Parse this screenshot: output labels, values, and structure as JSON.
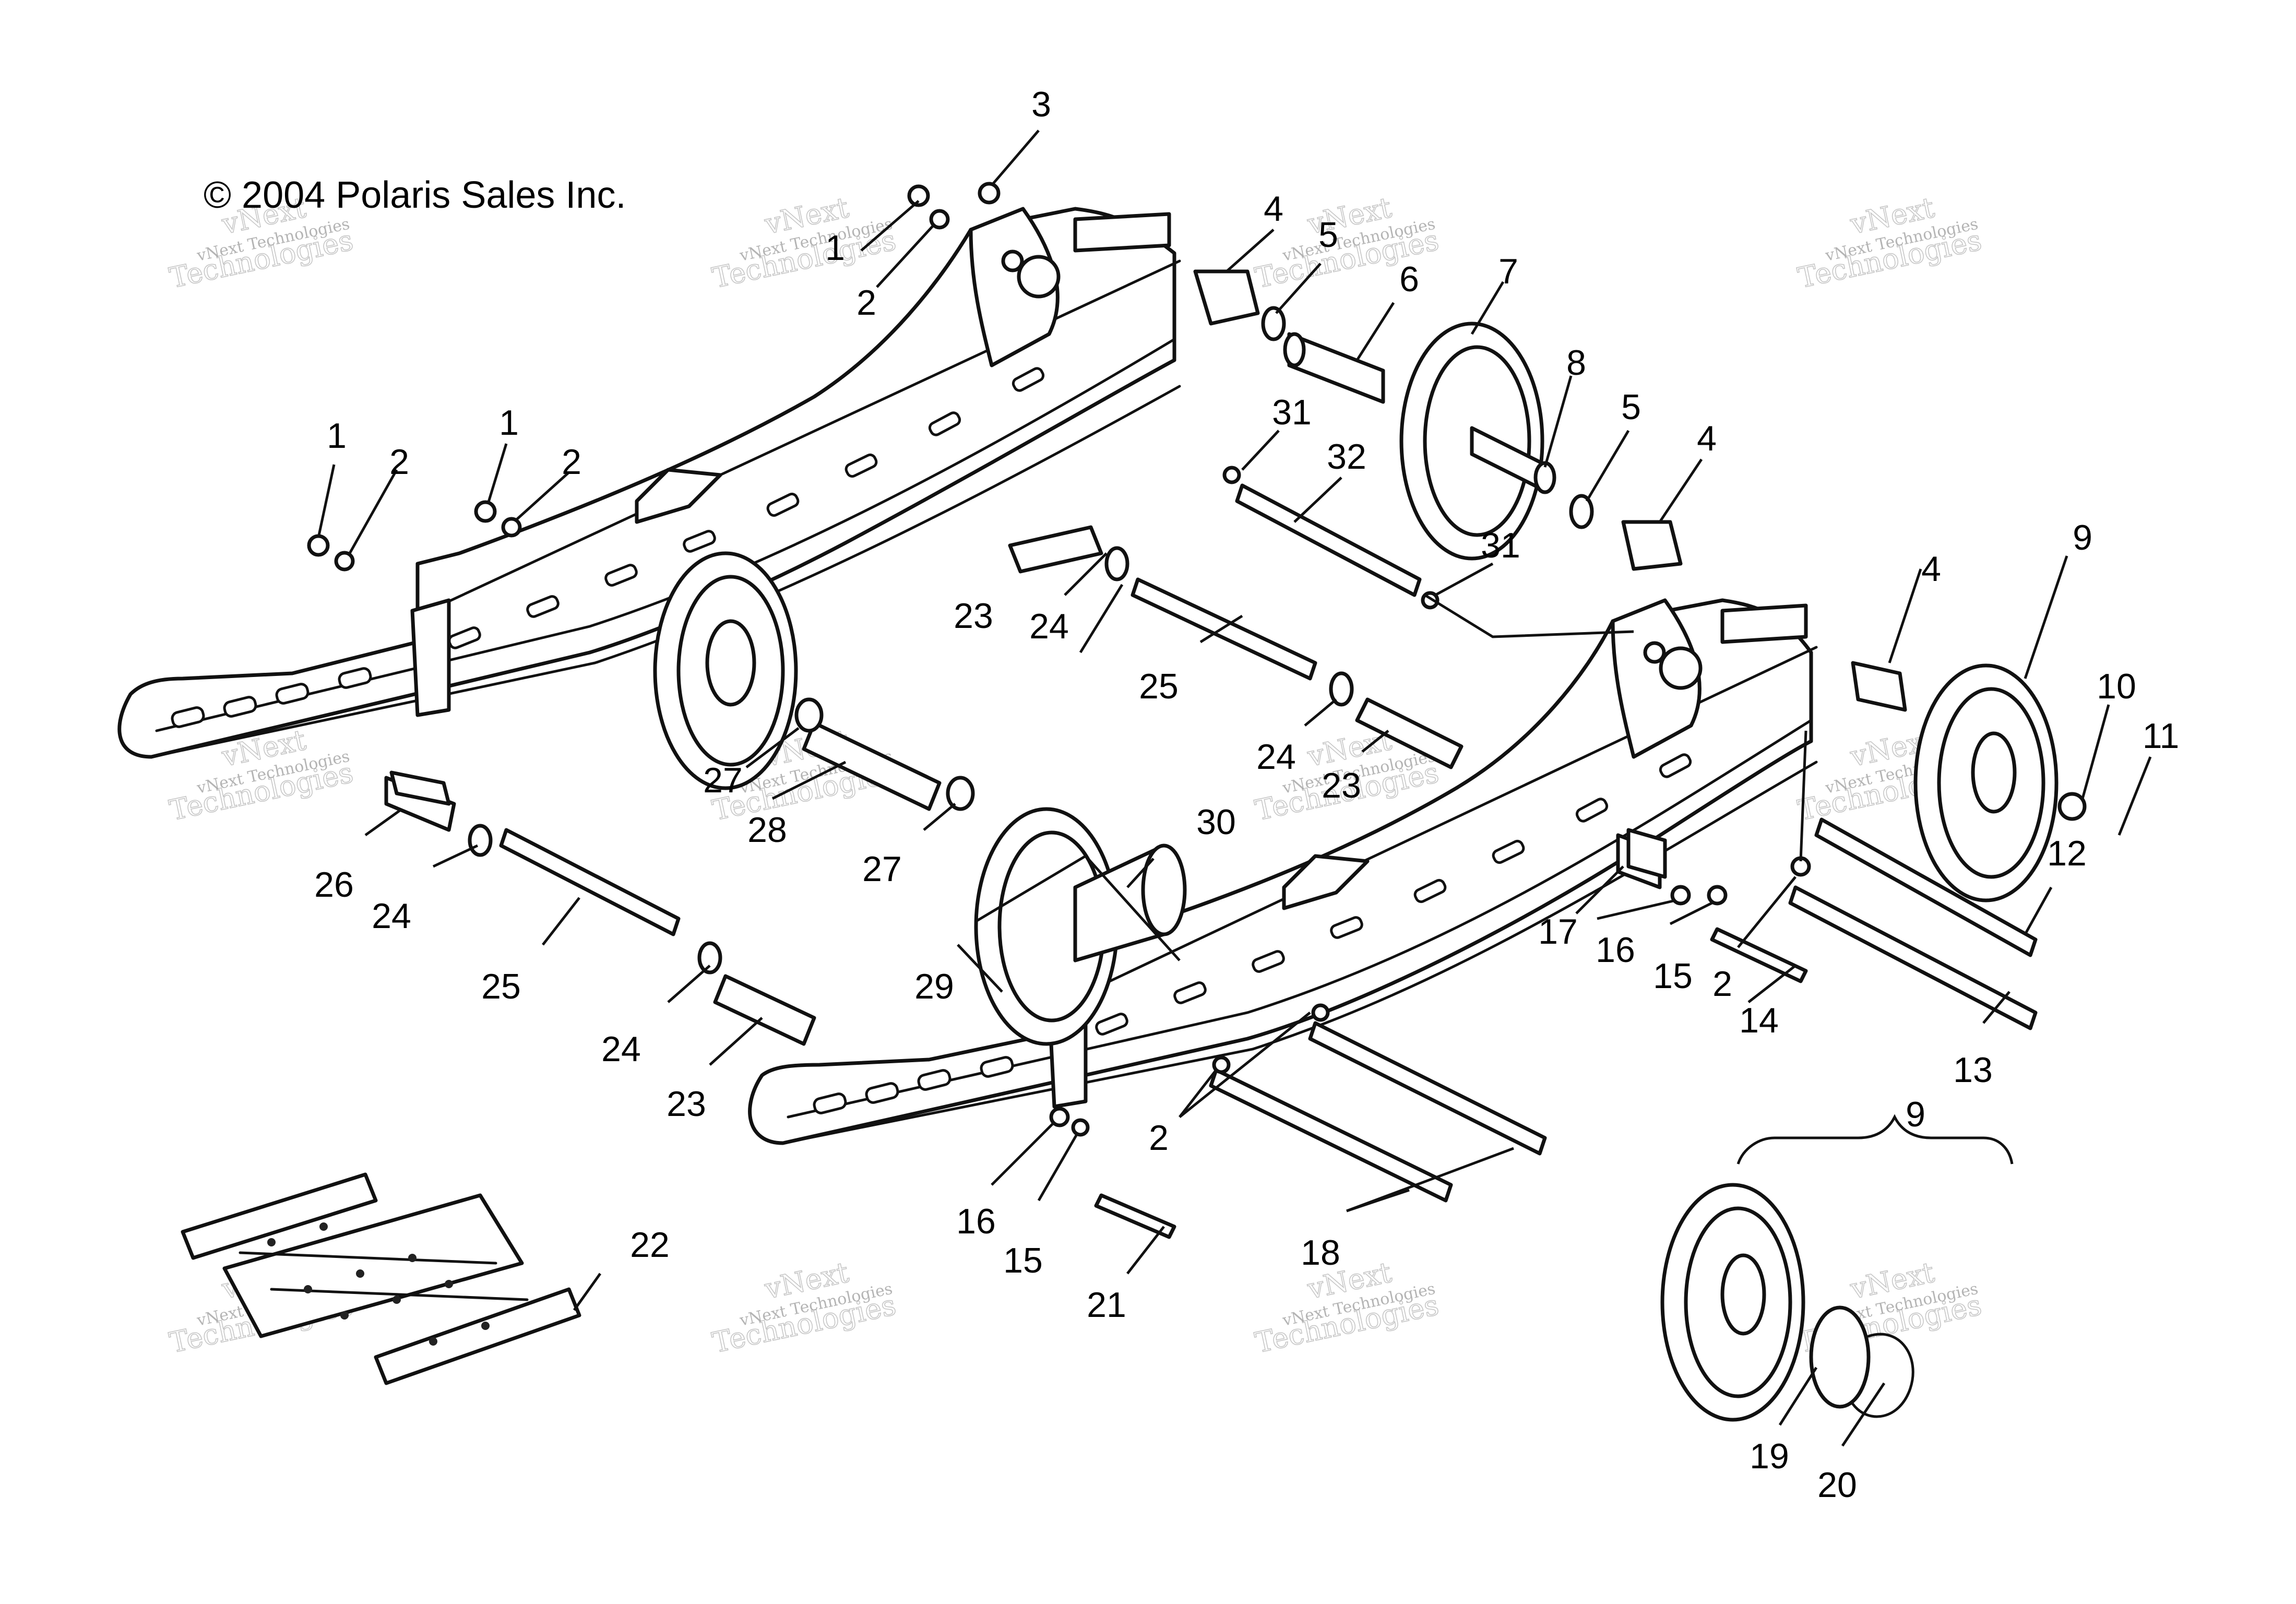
{
  "copyright": "© 2004 Polaris Sales Inc.",
  "watermark": {
    "line1": "vNext Technologies",
    "line2": "vNext",
    "line3": "Technologies"
  },
  "callouts": {
    "c1a": "1",
    "c1b": "1",
    "c1c": "1",
    "c2a": "2",
    "c2b": "2",
    "c2c": "2",
    "c2d": "2",
    "c2e": "2",
    "c3": "3",
    "c4a": "4",
    "c4b": "4",
    "c4c": "4",
    "c5a": "5",
    "c5b": "5",
    "c6": "6",
    "c7": "7",
    "c8": "8",
    "c9a": "9",
    "c9b": "9",
    "c10": "10",
    "c11": "11",
    "c12": "12",
    "c13": "13",
    "c14": "14",
    "c15a": "15",
    "c15b": "15",
    "c16a": "16",
    "c16b": "16",
    "c17": "17",
    "c18": "18",
    "c19": "19",
    "c20": "20",
    "c21": "21",
    "c22": "22",
    "c23a": "23",
    "c23b": "23",
    "c23c": "23",
    "c24a": "24",
    "c24b": "24",
    "c24c": "24",
    "c24d": "24",
    "c25a": "25",
    "c25b": "25",
    "c26": "26",
    "c27a": "27",
    "c27b": "27",
    "c28": "28",
    "c29": "29",
    "c30": "30",
    "c31a": "31",
    "c31b": "31",
    "c32": "32"
  }
}
